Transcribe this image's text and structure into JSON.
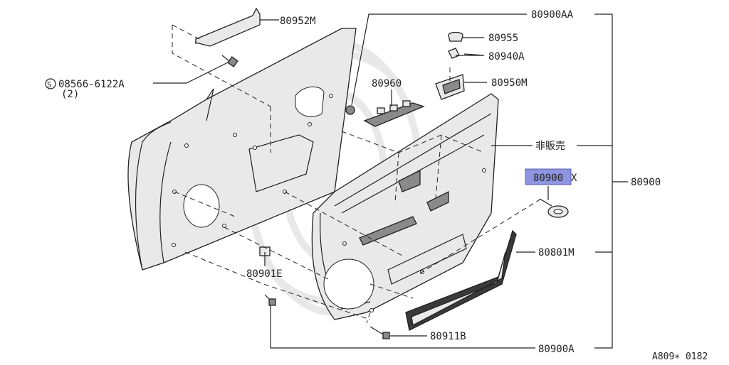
{
  "diagram_id": "A809∗ 0182",
  "labels": {
    "bracket": "80952M",
    "screw": "08566-6122A",
    "screw_qty": "(2)",
    "screw_symbol": "S",
    "trim_upper_aa": "80900AA",
    "cap": "80955",
    "clip_top": "80940A",
    "switch_panel": "80960",
    "pull_handle": "80950M",
    "not_sold": "非販売",
    "highlighted_part": "80900",
    "highlighted_suffix": "X",
    "trim_assembly": "80900",
    "pocket": "80801M",
    "clip_retainer": "80901E",
    "clip_lower": "80911B",
    "trim_lower_a": "80900A"
  },
  "colors": {
    "line": "#222222",
    "highlight": "#8e94e0",
    "watermark": "#e8e8e8"
  }
}
